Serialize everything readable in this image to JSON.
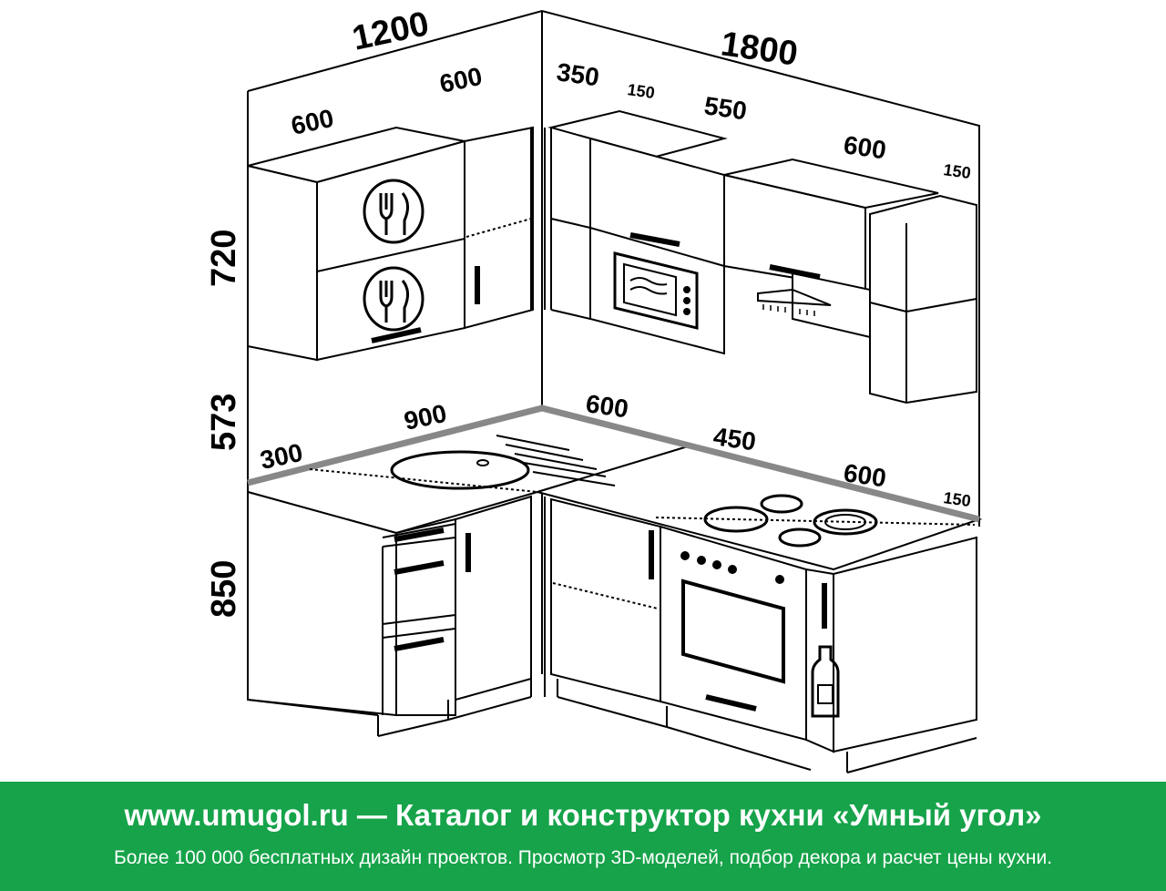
{
  "dimensions": {
    "left_wall_total": "1200",
    "right_wall_total": "1800",
    "upper_left_a": "600",
    "upper_left_b": "600",
    "upper_right_a": "350",
    "upper_right_gap_a": "150",
    "upper_right_b": "550",
    "upper_right_c": "600",
    "upper_right_gap_b": "150",
    "height_upper": "720",
    "height_backsplash": "573",
    "height_base": "850",
    "counter_left_a": "300",
    "counter_left_b": "900",
    "counter_right_a": "600",
    "counter_right_b": "450",
    "counter_right_c": "600",
    "counter_right_gap": "150"
  },
  "footer": {
    "title": "www.umugol.ru — Каталог и конструктор кухни «Умный угол»",
    "subtitle": "Более 100 000 бесплатных дизайн проектов. Просмотр 3D-моделей, подбор декора и расчет цены кухни."
  },
  "colors": {
    "footer_bg": "#16a34a",
    "line": "#000000",
    "countertop_edge": "#888888"
  }
}
